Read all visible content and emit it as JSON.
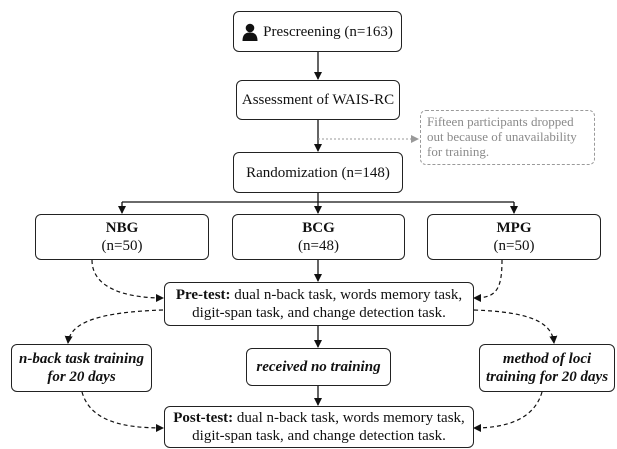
{
  "prescreening": {
    "label": "Prescreening (n=163)",
    "icon": "person-icon"
  },
  "assessment": {
    "label": "Assessment of WAIS-RC"
  },
  "dropout_note": {
    "lines": [
      "Fifteen participants dropped",
      "out because of unavailability",
      "for training."
    ]
  },
  "randomization": {
    "label": "Randomization (n=148)"
  },
  "groups": [
    {
      "name": "NBG",
      "n": "(n=50)"
    },
    {
      "name": "BCG",
      "n": "(n=48)"
    },
    {
      "name": "MPG",
      "n": "(n=50)"
    }
  ],
  "pretest": {
    "bold": "Pre-test:",
    "line1": " dual n-back task, words memory task,",
    "line2": "digit-span task, and change detection task."
  },
  "training": {
    "nbg": {
      "line1": "n-back task training",
      "line2": "for 20 days"
    },
    "bcg": {
      "line1": "received no training"
    },
    "mpg": {
      "line1": "method of loci",
      "line2": "training for 20 days"
    }
  },
  "posttest": {
    "bold": "Post-test:",
    "line1": " dual n-back task, words memory task,",
    "line2": "digit-span task, and change detection task."
  }
}
